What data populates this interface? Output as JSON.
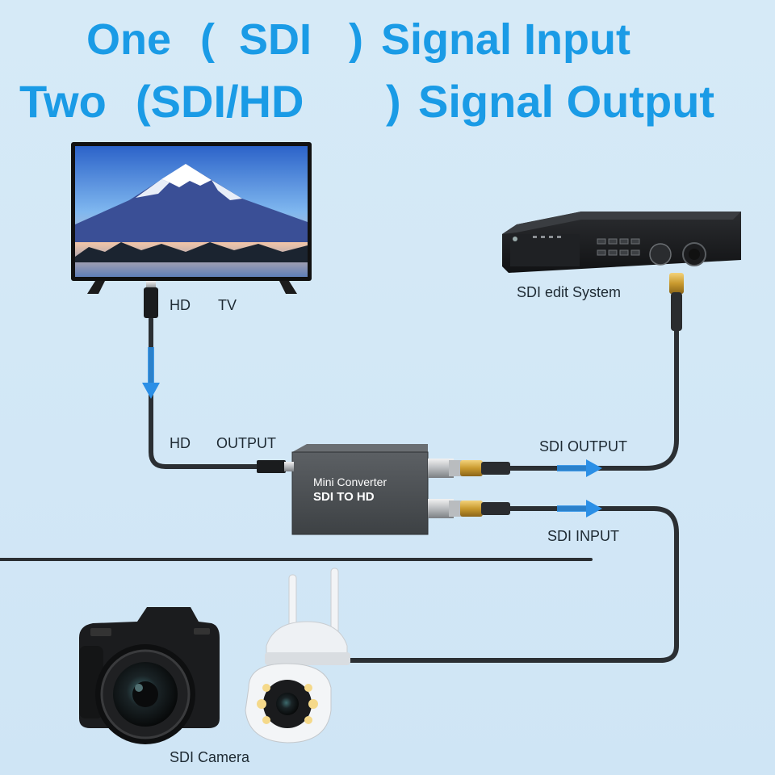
{
  "headline": {
    "line1": {
      "one": "One",
      "open": "(",
      "sdi": "SDI",
      "close": ")",
      "rest": "Signal Input"
    },
    "line2": {
      "two": "Two",
      "open": "(SDI/HD",
      "close": ")",
      "rest": "Signal Output"
    }
  },
  "devices": {
    "tv": {
      "label_a": "HD",
      "label_b": "TV"
    },
    "edit_system": {
      "label": "SDI edit System"
    },
    "converter": {
      "line1": "Mini Converter",
      "line2": "SDI TO HD"
    },
    "camera": {
      "label": "SDI Camera"
    }
  },
  "ports": {
    "hd_output_a": "HD",
    "hd_output_b": "OUTPUT",
    "sdi_output": "SDI OUTPUT",
    "sdi_input": "SDI INPUT"
  },
  "colors": {
    "headline": "#1a9be6",
    "background": "#d3e8f6",
    "arrow": "#2b8fe6",
    "converter_body": "#45494c"
  }
}
